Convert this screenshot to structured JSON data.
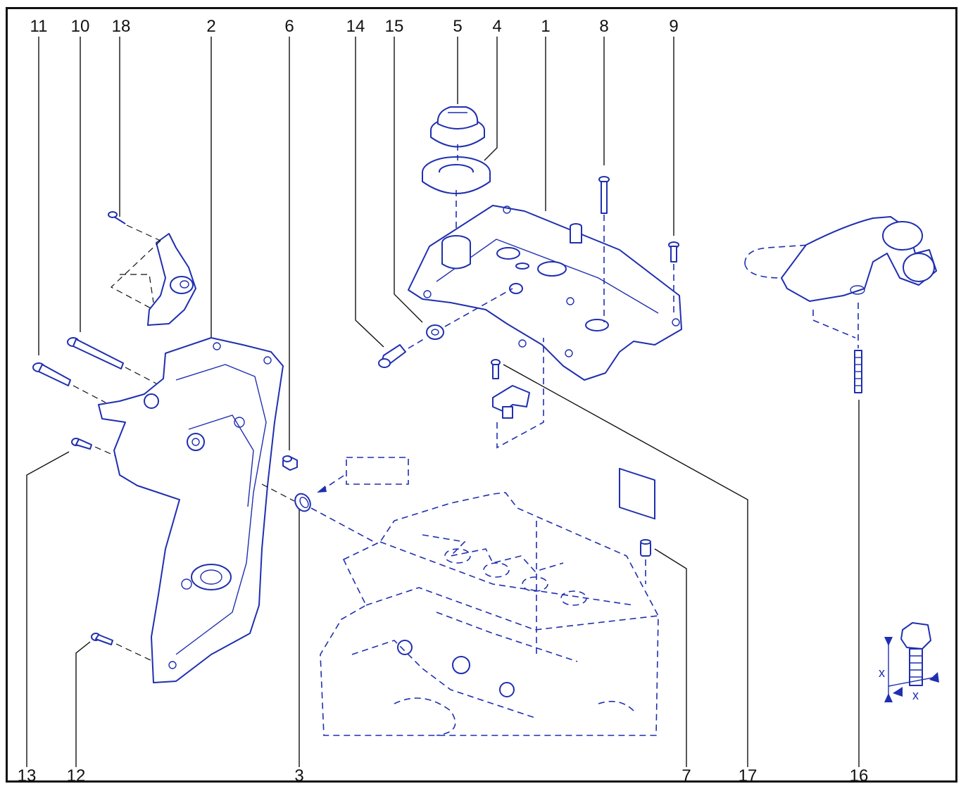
{
  "callouts": [
    "1",
    "2",
    "3",
    "4",
    "5",
    "6",
    "7",
    "8",
    "9",
    "10",
    "11",
    "12",
    "13",
    "14",
    "15",
    "16",
    "17",
    "18"
  ],
  "dimension_label": "x",
  "colors": {
    "line_art": "#1f2fb0",
    "labels": "#111111",
    "frame": "#111111"
  }
}
